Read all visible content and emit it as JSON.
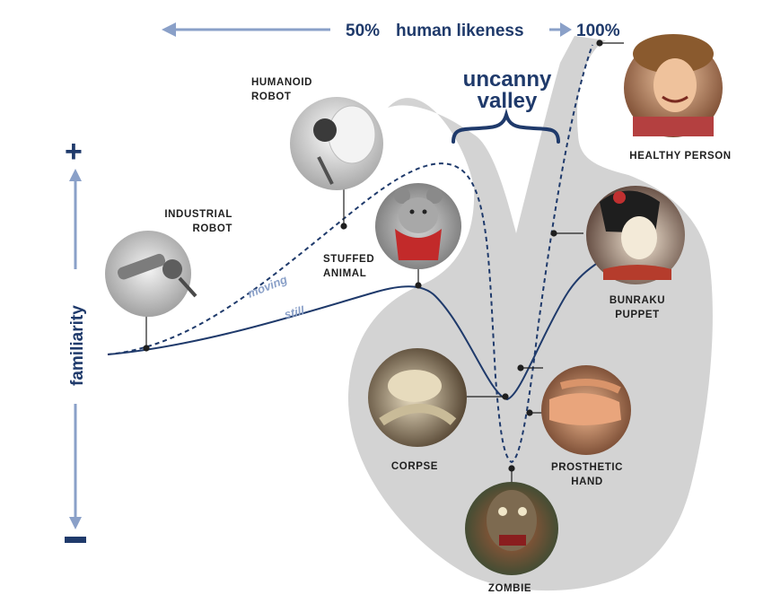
{
  "top_axis": {
    "mid_label": "50%",
    "title": "human likeness",
    "max_label": "100%"
  },
  "left_axis": {
    "title": "familiarity",
    "plus": "+",
    "minus": "−"
  },
  "uncanny": {
    "line1": "uncanny",
    "line2": "valley"
  },
  "curves": {
    "moving": "moving",
    "still": "still"
  },
  "items": {
    "industrial_robot": [
      "INDUSTRIAL",
      "ROBOT"
    ],
    "humanoid_robot": [
      "HUMANOID",
      "ROBOT"
    ],
    "stuffed_animal": [
      "STUFFED",
      "ANIMAL"
    ],
    "healthy_person": [
      "HEALTHY PERSON"
    ],
    "bunraku_puppet": [
      "BUNRAKU",
      "PUPPET"
    ],
    "corpse": [
      "CORPSE"
    ],
    "prosthetic_hand": [
      "PROSTHETIC",
      "HAND"
    ],
    "zombie": [
      "ZOMBIE"
    ]
  },
  "colors": {
    "navy": "#1f3a6b",
    "light_blue": "#8aa0c8",
    "valley_fill": "#d3d3d3"
  }
}
